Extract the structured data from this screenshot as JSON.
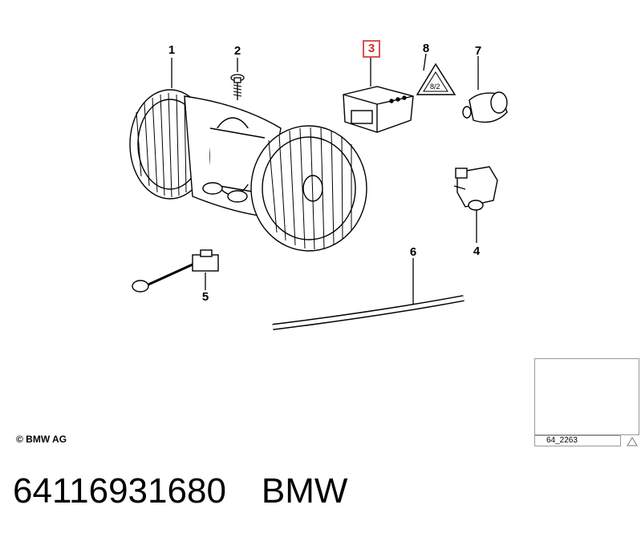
{
  "callouts": [
    "1",
    "2",
    "3",
    "8",
    "7",
    "4",
    "5",
    "6"
  ],
  "highlighted_callout": "3",
  "copyright": "© BMW AG",
  "thumbnail_code": "64_2263",
  "part_number": "64116931680",
  "brand": "BMW",
  "colors": {
    "highlight": "#d9534f",
    "line": "#000000"
  }
}
